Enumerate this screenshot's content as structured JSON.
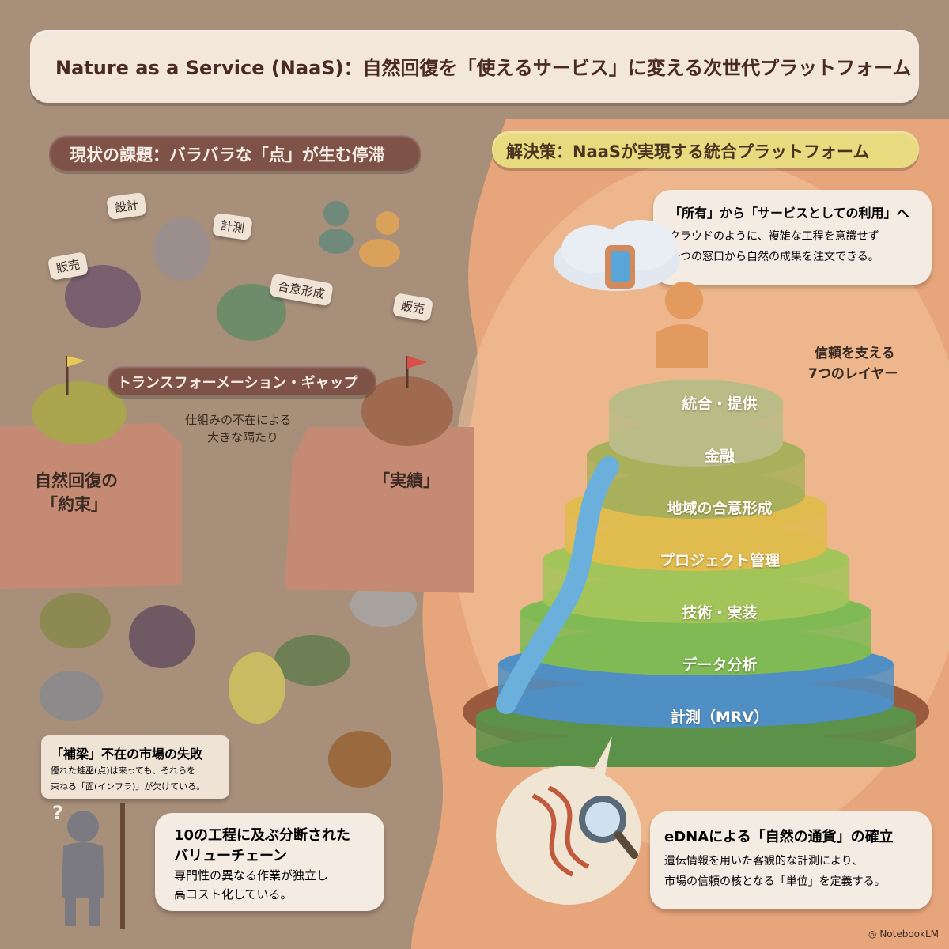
{
  "title": "Nature as a Service (NaaS)：自然回復を「使えるサービス」に変える次世代プラットフォーム",
  "left": {
    "heading": "現状の課題：バラバラな「点」が生む停滞",
    "tags": [
      "販売",
      "設計",
      "計測",
      "合意形成",
      "販売"
    ],
    "gap_title": "トランスフォーメーション・ギャップ",
    "gap_desc_1": "仕組みの不在による",
    "gap_desc_2": "大きな隔たり",
    "promise_1": "自然回復の",
    "promise_2": "「約束」",
    "result": "「実績」",
    "market_title": "「補梁」不在の市場の失敗",
    "market_desc_1": "優れた蛙巫(点)は来っても、それらを",
    "market_desc_2": "束ねる「面(インフラ)」が欠けている。",
    "question_mark": "?",
    "chain_title_1": "10の工程に及ぶ分断された",
    "chain_title_2": "バリューチェーン",
    "chain_desc_1": "専門性の異なる作業が独立し",
    "chain_desc_2": "高コスト化している。"
  },
  "right": {
    "heading": "解決策：NaaSが実現する統合プラットフォーム",
    "cloud_title": "「所有」から「サービスとしての利用」へ",
    "cloud_desc_1": "クラウドのように、複雑な工程を意識せず",
    "cloud_desc_2": "一つの窓口から自然の成果を注文できる。",
    "layers_caption_1": "信頼を支える",
    "layers_caption_2": "7つのレイヤー",
    "layers": [
      "統合・提供",
      "金融",
      "地域の合意形成",
      "プロジェクト管理",
      "技術・実装",
      "データ分析",
      "計測（MRV）"
    ],
    "layer_colors": [
      "#b9bc86",
      "#a9b05c",
      "#e0bb4e",
      "#a2c458",
      "#7fba55",
      "#4f8fc4",
      "#5b9148"
    ],
    "edna_title": "eDNAによる「自然の通貨」の確立",
    "edna_desc_1": "遺伝情報を用いた客観的な計測により、",
    "edna_desc_2": "市場の信頼の核となる「単位」を定義する。"
  },
  "footer": {
    "brand": "NotebookLM"
  }
}
